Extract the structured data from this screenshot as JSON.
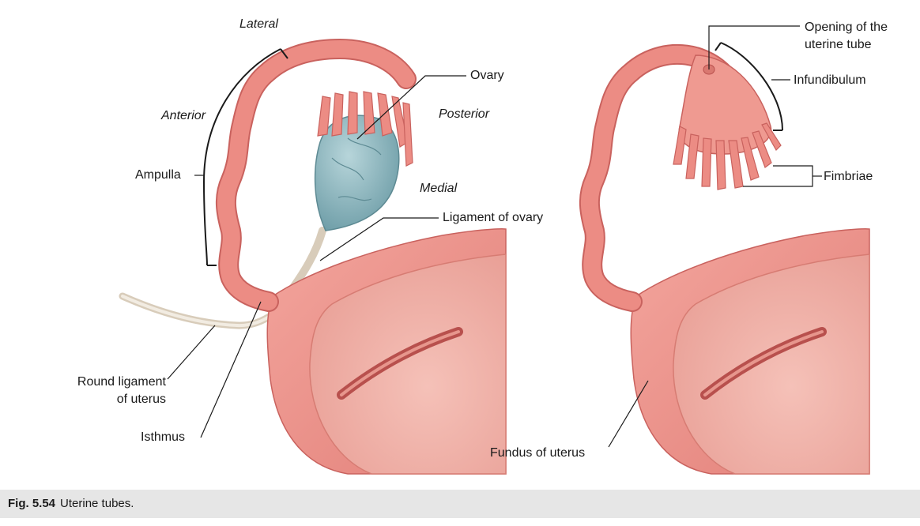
{
  "views": {
    "left": {
      "orientation": {
        "lateral": "Lateral",
        "anterior": "Anterior",
        "posterior": "Posterior",
        "medial": "Medial"
      },
      "labels": {
        "ovary": "Ovary",
        "ampulla": "Ampulla",
        "ligament_of_ovary": "Ligament of ovary",
        "round_ligament_line1": "Round ligament",
        "round_ligament_line2": "of uterus",
        "isthmus": "Isthmus"
      }
    },
    "right": {
      "labels": {
        "opening_line1": "Opening of the",
        "opening_line2": "uterine tube",
        "infundibulum": "Infundibulum",
        "fimbriae": "Fimbriae",
        "fundus": "Fundus of uterus"
      }
    }
  },
  "caption": {
    "number": "Fig. 5.54",
    "text": "Uterine tubes."
  },
  "colors": {
    "tissue": "#ec8c84",
    "tissue_dark": "#c9625e",
    "tissue_light": "#f6c4bd",
    "ovary": "#8fb8c0",
    "ligament": "#e2d7c6",
    "caption_bg": "#e6e6e6"
  }
}
